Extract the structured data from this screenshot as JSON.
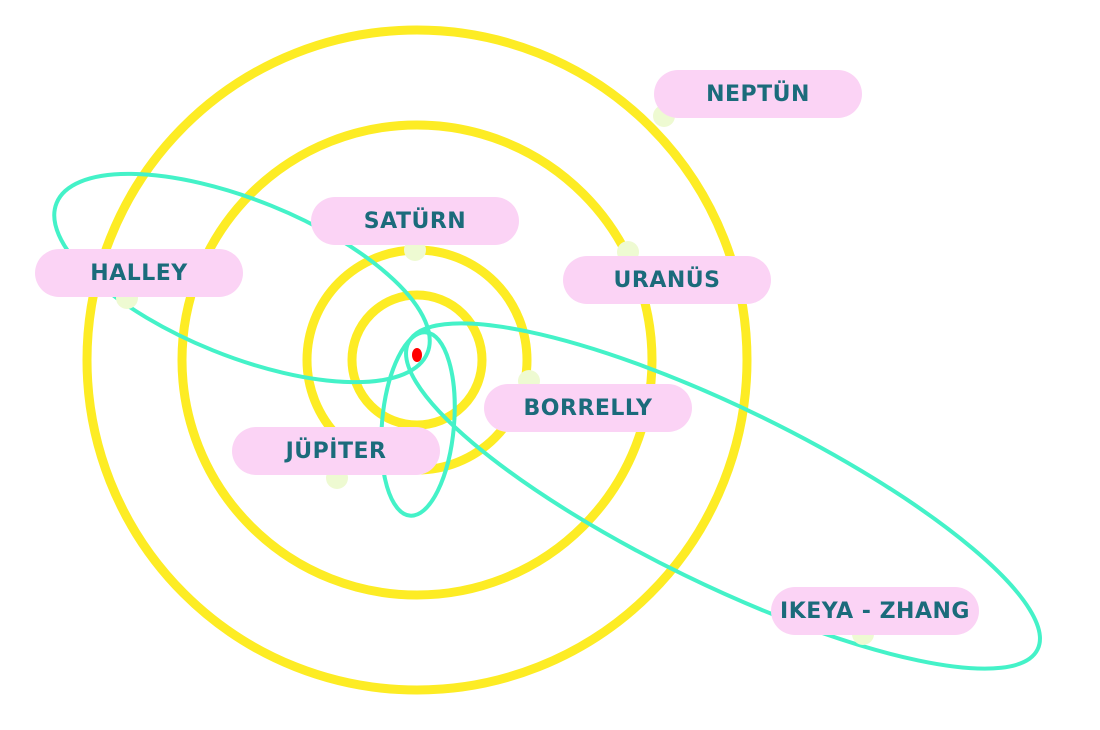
{
  "colors": {
    "planet_orbit": "#fdec24",
    "comet_orbit": "#44f2c8",
    "label_fill": "#fbd3f5",
    "label_text": "#1b6b7b",
    "marker": "#eefad2",
    "sun": "#ff0000"
  },
  "labels": {
    "neptune": "NEPTÜN",
    "saturn": "SATÜRN",
    "uranus": "URANÜS",
    "halley": "HALLEY",
    "borrelly": "BORRELLY",
    "jupiter": "JÜPİTER",
    "ikeya_zhang": "IKEYA - ZHANG"
  }
}
